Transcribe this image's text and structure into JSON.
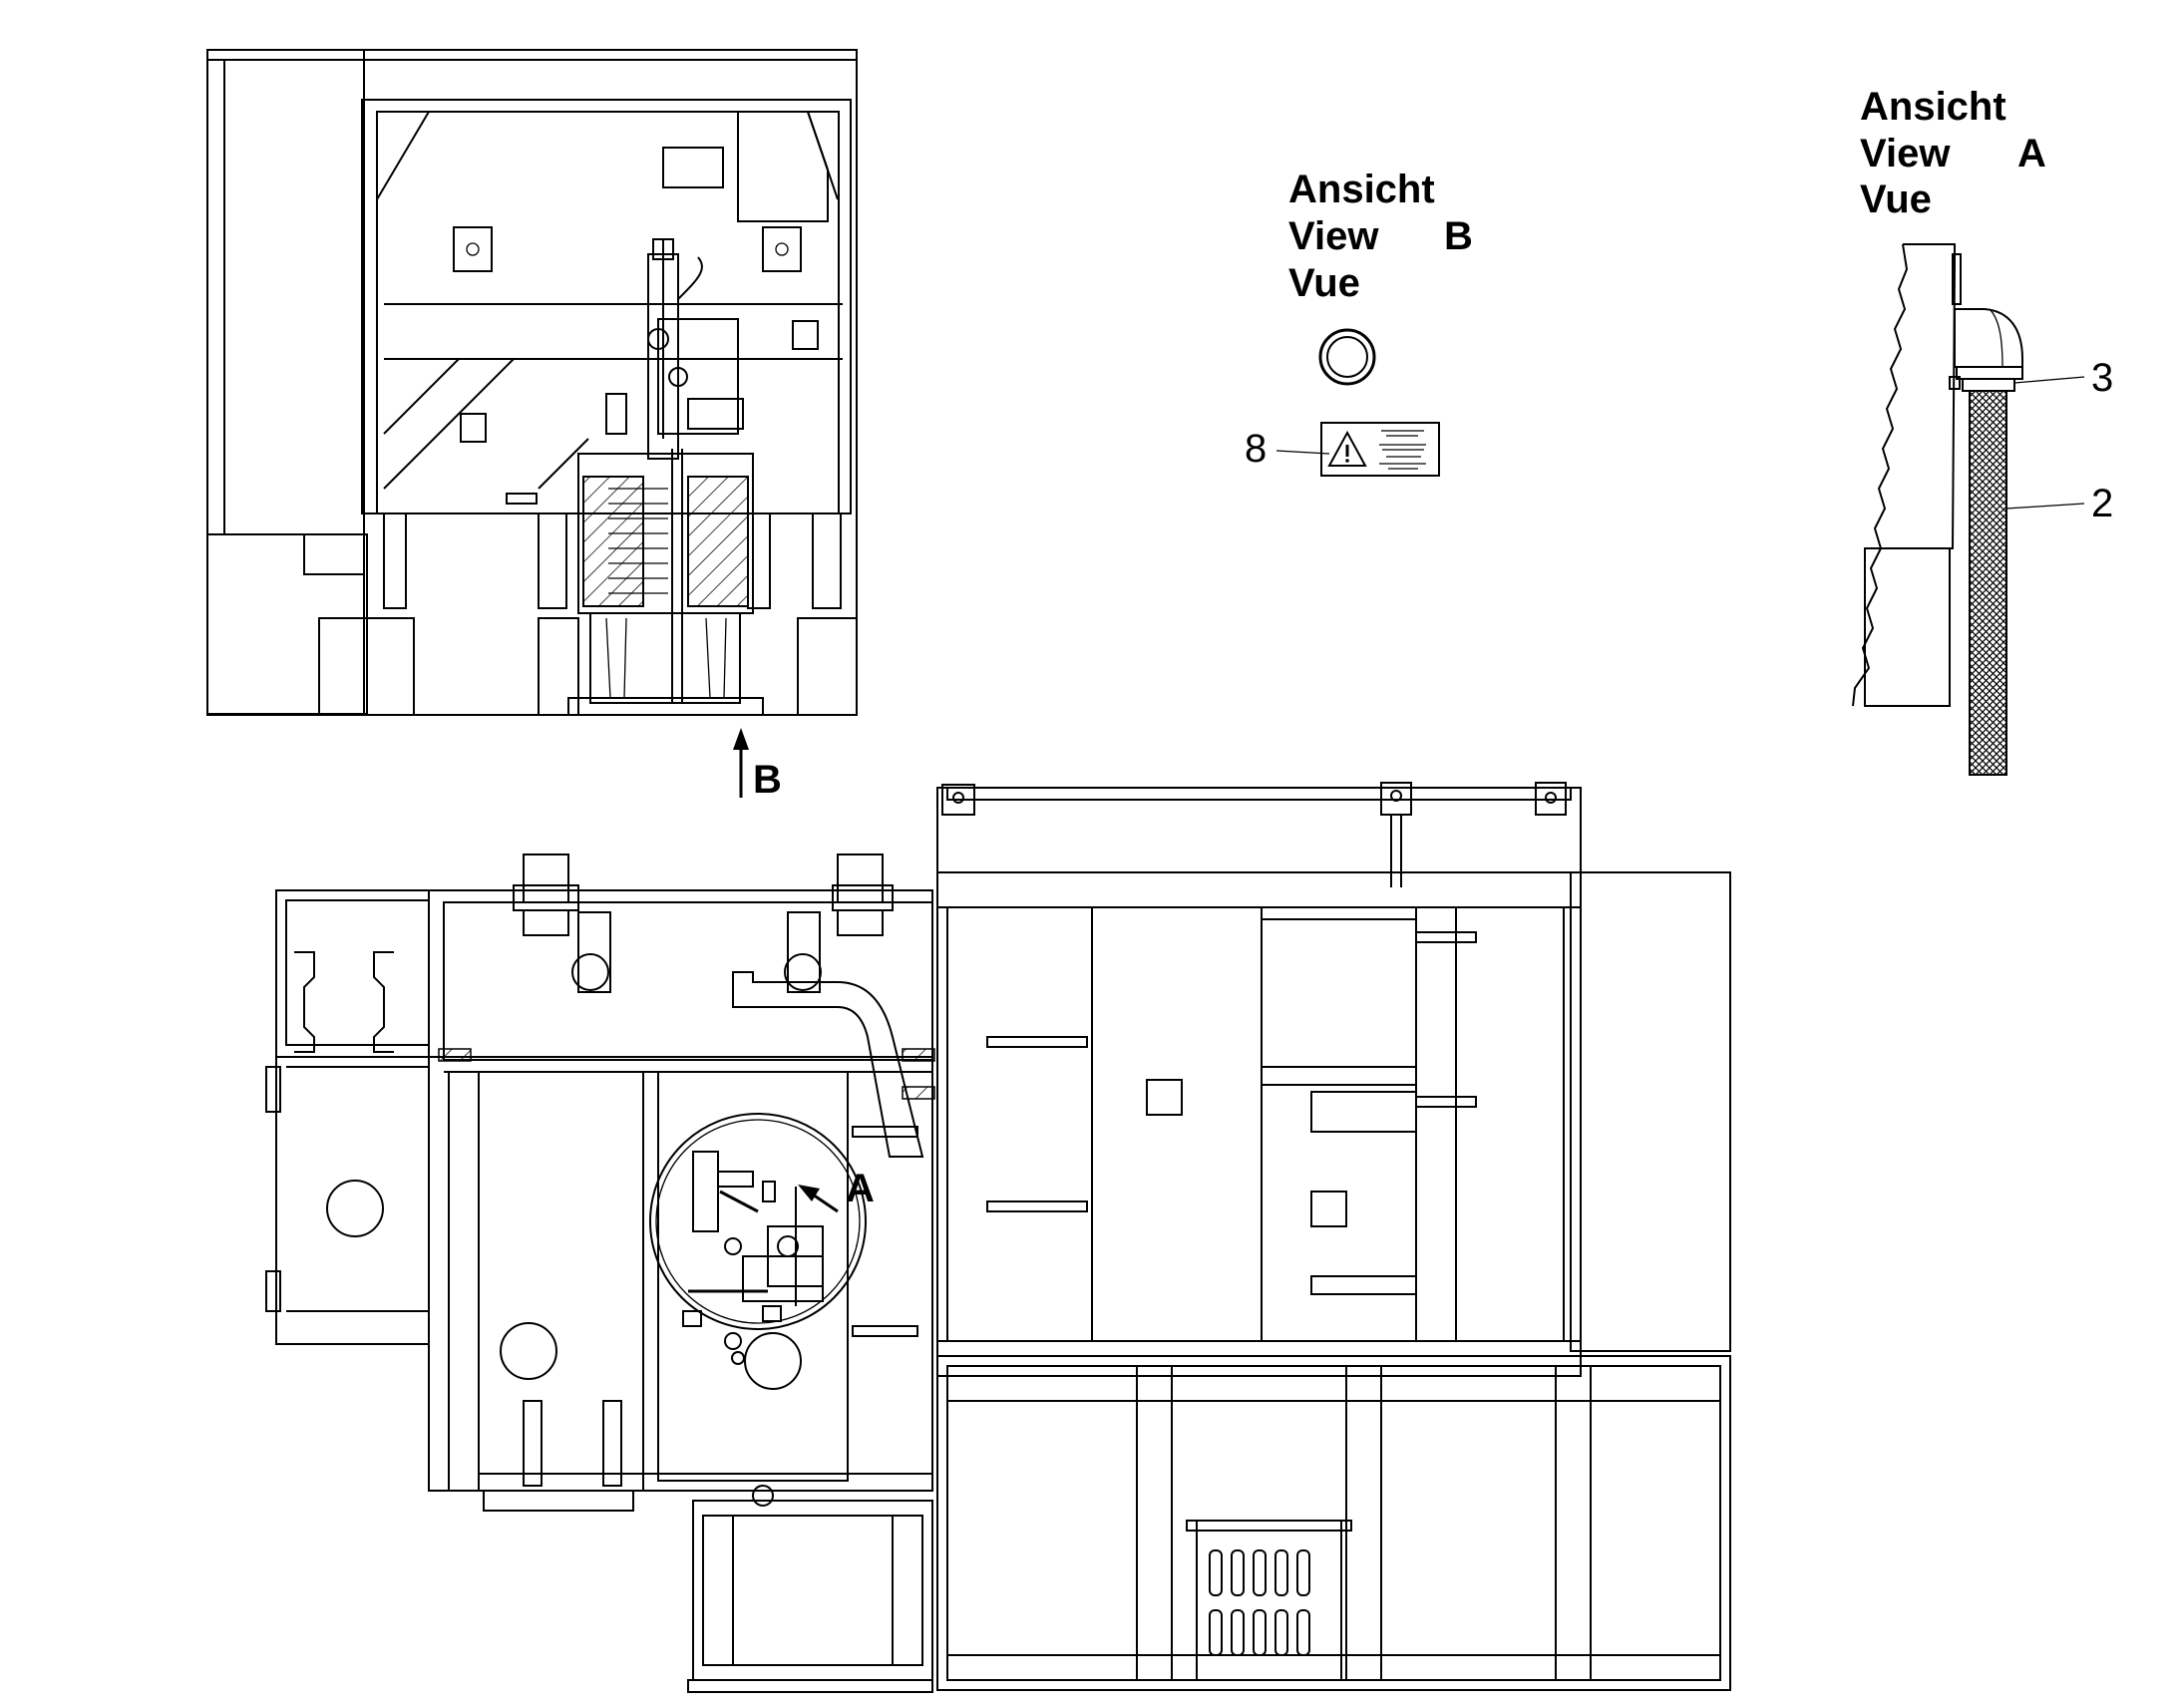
{
  "view_b_label": {
    "line1": "Ansicht",
    "line2": "View",
    "letter": "B",
    "line3": "Vue"
  },
  "view_a_label": {
    "line1": "Ansicht",
    "line2": "View",
    "letter": "A",
    "line3": "Vue"
  },
  "arrow_b_letter": "B",
  "arrow_a_letter": "A",
  "callouts": {
    "item_3": "3",
    "item_2": "2",
    "item_8": "8"
  },
  "icons": {
    "warning": "warning-triangle-icon",
    "ring": "ring-seal-icon"
  }
}
